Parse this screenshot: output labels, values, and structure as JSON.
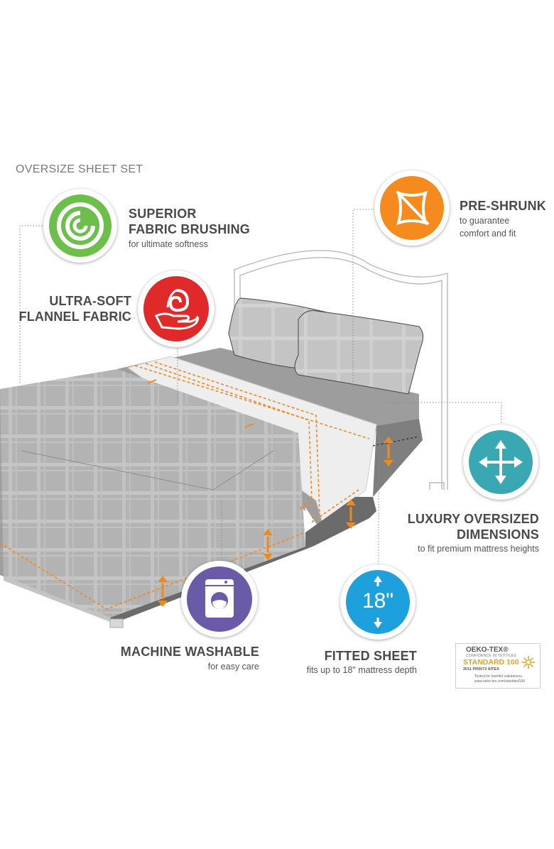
{
  "page": {
    "title": "OVERSIZE SHEET SET"
  },
  "features": {
    "brushing": {
      "title_line1": "SUPERIOR",
      "title_line2": "FABRIC BRUSHING",
      "subtitle": "for ultimate softness",
      "icon": "swirl-icon",
      "color": "#6dbf4b"
    },
    "flannel": {
      "title_line1": "ULTRA-SOFT",
      "title_line2": "FLANNEL FABRIC",
      "icon": "soft-hand-icon",
      "color": "#e02a2a"
    },
    "preshrunk": {
      "title": "PRE-SHRUNK",
      "subtitle_line1": "to guarantee",
      "subtitle_line2": "comfort and fit",
      "icon": "no-shrink-icon",
      "color": "#f58a1f"
    },
    "oversized": {
      "title_line1": "LUXURY OVERSIZED",
      "title_line2": "DIMENSIONS",
      "subtitle": "to fit premium mattress heights",
      "icon": "expand-arrows-icon",
      "color": "#3aa8b3"
    },
    "washable": {
      "title": "MACHINE WASHABLE",
      "subtitle": "for easy care",
      "icon": "washing-machine-icon",
      "color": "#6b5aa8"
    },
    "fitted": {
      "title": "FITTED SHEET",
      "subtitle": "fits up to 18\" mattress depth",
      "icon_text": "18\"",
      "color": "#1ea0dc"
    }
  },
  "certification": {
    "name": "OEKO-TEX®",
    "tagline": "CONFIDENCE IN TEXTILES",
    "standard": "STANDARD 100",
    "code": "2011 PR0073 AITEX",
    "note_line1": "Tested for harmful substances.",
    "note_line2": "www.oeko-tex.com/standard100"
  }
}
